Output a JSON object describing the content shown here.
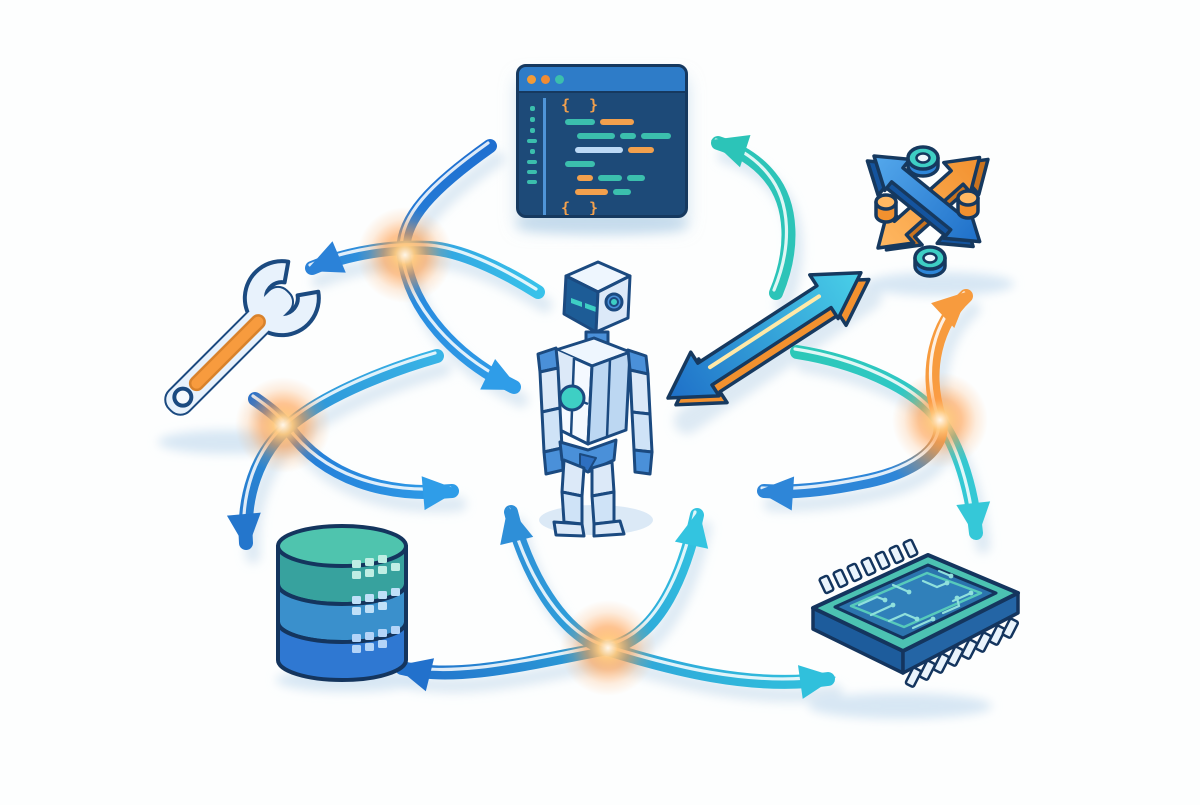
{
  "palette": {
    "outline_navy": "#16395f",
    "arrow_blue": "#1e7ad4",
    "arrow_blue_deep": "#1f6fd0",
    "arrow_sky": "#2f9de8",
    "arrow_cyan": "#35c0e8",
    "arrow_teal": "#2cc4b8",
    "orange": "#f79b3e",
    "orange_deep": "#e8882f",
    "glow_mid": "#ff9d4a",
    "shadow_blue": "#dbe9f6",
    "code_titlebar": "#2e7cc8",
    "code_bg": "#1d4a78",
    "code_teal": "#3bbfad",
    "code_orange": "#f2a04d",
    "code_lightblue": "#bcd9f5",
    "db_top": "#4fc4ae",
    "db_band1": "#37a29e",
    "db_band2": "#3a90cc",
    "db_band3": "#2f78d2",
    "chip_rim": "#4cc2b2",
    "chip_board": "#2b74ae",
    "chip_trace": "#8fe0dc",
    "robot_blue": "#4a90d9",
    "robot_deep": "#2e6fc0",
    "robot_teal": "#3ecfc4"
  },
  "scene": {
    "nodes": [
      {
        "id": "robot-agent",
        "position": "center"
      },
      {
        "id": "code-window",
        "position": "top-center"
      },
      {
        "id": "routing-arrows",
        "position": "top-right"
      },
      {
        "id": "wrench-tool",
        "position": "mid-left"
      },
      {
        "id": "database",
        "position": "bottom-left"
      },
      {
        "id": "microchip",
        "position": "bottom-right"
      }
    ],
    "connections": {
      "glow_crossings": 4,
      "arrows": [
        {
          "id": "arrow-codearea-to-agent"
        },
        {
          "id": "arrow-agent-to-wrench"
        },
        {
          "id": "arrow-left-to-agent-feet"
        },
        {
          "id": "arrow-agent-to-database"
        },
        {
          "id": "arrow-bottom-left-up-right"
        },
        {
          "id": "arrow-bottom-right-up-left"
        },
        {
          "id": "arrow-teal-to-microchip"
        },
        {
          "id": "arrow-orange-up-blue-left"
        },
        {
          "id": "arrow-teal-to-code-window"
        },
        {
          "id": "double-arrow-agent-routing"
        }
      ]
    },
    "code_window": {
      "window_dots": [
        "#f29b38",
        "#ef8b33",
        "#3bbfad"
      ],
      "brace_top": "{ }",
      "brace_bottom": "{ }",
      "gutter": [
        "dot",
        "dot",
        "dot",
        "dash",
        "dot",
        "dash",
        "dash",
        "dash"
      ],
      "lines": [
        {
          "indent": 12,
          "segments": [
            {
              "c": "code_teal",
              "w": 30
            },
            {
              "c": "code_orange",
              "w": 34
            }
          ]
        },
        {
          "indent": 24,
          "segments": [
            {
              "c": "code_teal",
              "w": 38
            },
            {
              "c": "code_teal",
              "w": 16
            },
            {
              "c": "code_teal",
              "w": 30
            }
          ]
        },
        {
          "indent": 22,
          "segments": [
            {
              "c": "code_lightblue",
              "w": 48
            },
            {
              "c": "code_orange",
              "w": 26
            }
          ]
        },
        {
          "indent": 12,
          "segments": [
            {
              "c": "code_teal",
              "w": 30
            }
          ]
        },
        {
          "indent": 24,
          "segments": [
            {
              "c": "code_orange",
              "w": 16
            },
            {
              "c": "code_teal",
              "w": 24
            },
            {
              "c": "code_teal",
              "w": 18
            }
          ]
        },
        {
          "indent": 22,
          "segments": [
            {
              "c": "code_orange",
              "w": 33
            },
            {
              "c": "code_teal",
              "w": 18
            }
          ]
        }
      ]
    }
  }
}
